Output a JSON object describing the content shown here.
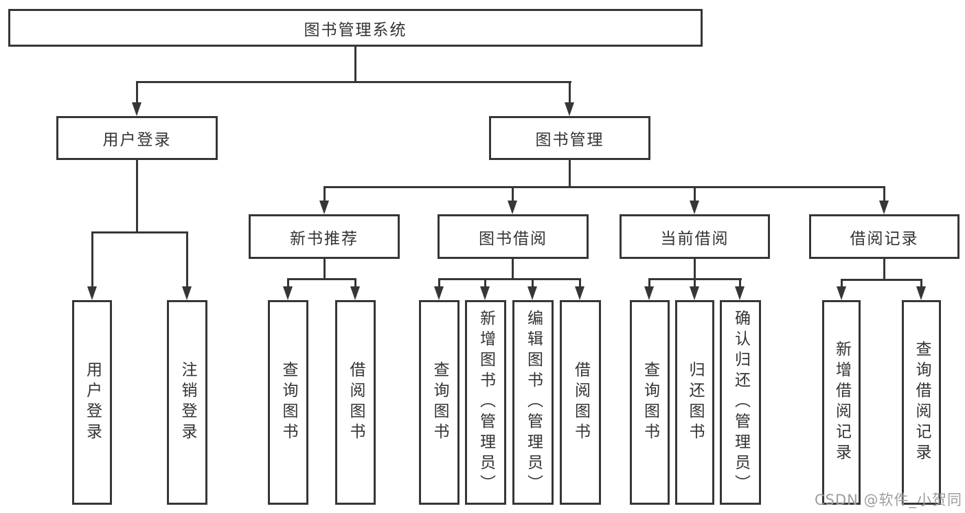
{
  "watermark": {
    "text": "CSDN @软件_小贺同学"
  },
  "colors": {
    "line": "#363636",
    "text": "#333333",
    "background": "#ffffff",
    "watermark": "#9e9e9e"
  },
  "tree": {
    "label": "图书管理系统",
    "children": [
      {
        "label": "用户登录",
        "children": [
          {
            "label": "用户登录"
          },
          {
            "label": "注销登录"
          }
        ]
      },
      {
        "label": "图书管理",
        "children": [
          {
            "label": "新书推荐",
            "children": [
              {
                "label": "查询图书"
              },
              {
                "label": "借阅图书"
              }
            ]
          },
          {
            "label": "图书借阅",
            "children": [
              {
                "label": "查询图书"
              },
              {
                "label": "新增图书（管理员）"
              },
              {
                "label": "编辑图书（管理员）"
              },
              {
                "label": "借阅图书"
              }
            ]
          },
          {
            "label": "当前借阅",
            "children": [
              {
                "label": "查询图书"
              },
              {
                "label": "归还图书"
              },
              {
                "label": "确认归还（管理员）"
              }
            ]
          },
          {
            "label": "借阅记录",
            "children": [
              {
                "label": "新增借阅记录"
              },
              {
                "label": "查询借阅记录"
              }
            ]
          }
        ]
      }
    ]
  }
}
